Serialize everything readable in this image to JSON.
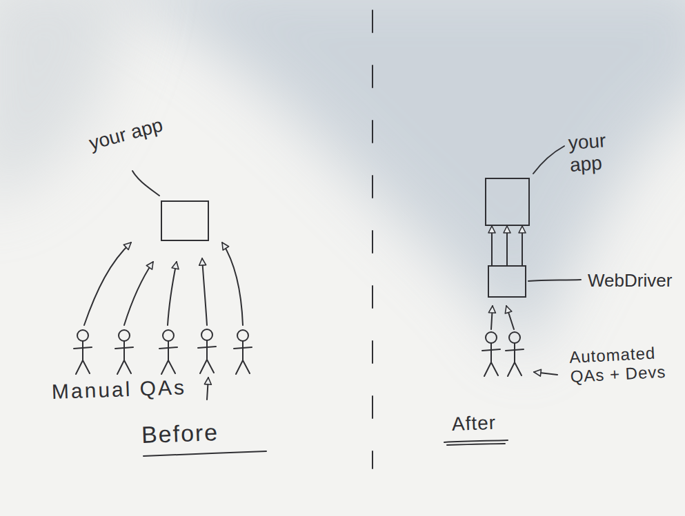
{
  "diagram": {
    "nodes": [
      {
        "text": [
          "your app"
        ]
      },
      {
        "text": [
          "your app"
        ]
      },
      {
        "text": [
          "WebDriver"
        ]
      }
    ],
    "edges": [
      {
        "from": 2,
        "to": 1,
        "arrow": "to"
      },
      {
        "from": 2,
        "to": 1,
        "arrow": "to"
      },
      {
        "from": 2,
        "to": 1,
        "arrow": "to"
      }
    ],
    "labels": [
      "Manual QAs",
      "Before",
      "Automated QAs + Devs",
      "After"
    ]
  }
}
